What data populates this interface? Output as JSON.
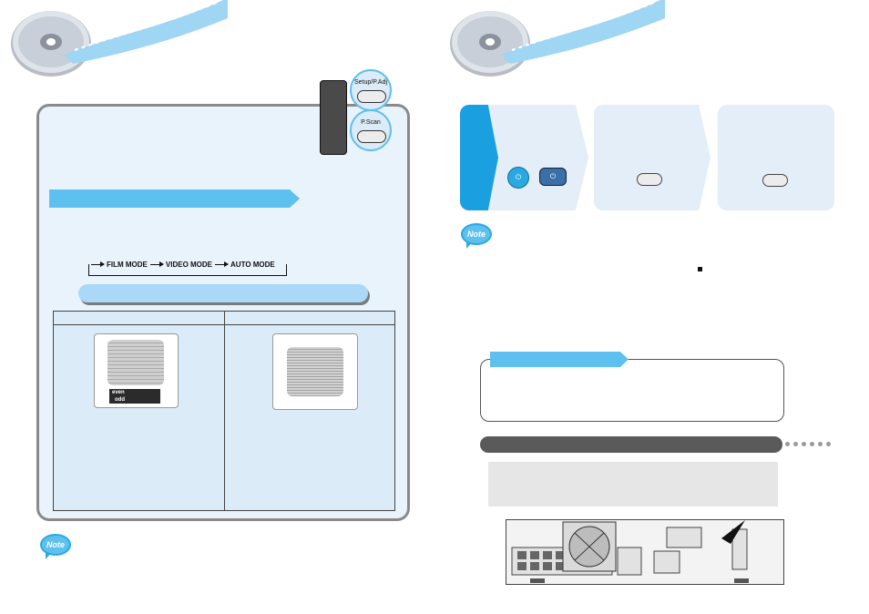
{
  "left_page": {
    "remote_buttons": [
      {
        "label": "Setup/P.Adj"
      },
      {
        "label": "P.Scan"
      }
    ],
    "mode_sequence": [
      "FILM MODE",
      "VIDEO MODE",
      "AUTO MODE"
    ],
    "interlace_labels": [
      "even",
      "odd"
    ],
    "note_label": "Note"
  },
  "right_page": {
    "note_label": "Note"
  },
  "colors": {
    "accent_blue": "#5ec0ee",
    "dark_blue": "#1a9fe0",
    "panel_bg": "#e9f3fb",
    "border_grey": "#8a8a8a"
  },
  "icons": [
    "disc-icon",
    "power-icon",
    "note-icon",
    "remote-icon"
  ]
}
